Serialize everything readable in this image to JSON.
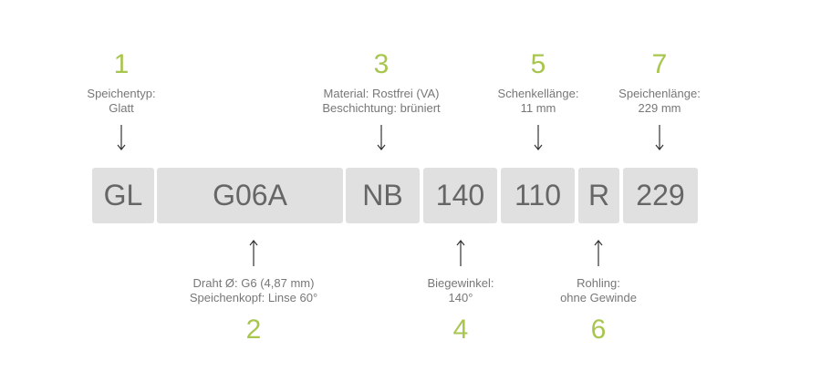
{
  "accent_color": "#a8c64e",
  "code_segments": [
    "GL",
    "G06A",
    "NB",
    "140",
    "110",
    "R",
    "229"
  ],
  "annotations": [
    {
      "number": "1",
      "line1": "Speichentyp:",
      "line2": "Glatt"
    },
    {
      "number": "2",
      "line1": "Draht Ø: G6 (4,87 mm)",
      "line2": "Speichenkopf: Linse 60°"
    },
    {
      "number": "3",
      "line1": "Material: Rostfrei (VA)",
      "line2": "Beschichtung: brüniert"
    },
    {
      "number": "4",
      "line1": "Biegewinkel:",
      "line2": "140°"
    },
    {
      "number": "5",
      "line1": "Schenkellänge:",
      "line2": "11 mm"
    },
    {
      "number": "6",
      "line1": "Rohling:",
      "line2": "ohne Gewinde"
    },
    {
      "number": "7",
      "line1": "Speichenlänge:",
      "line2": "229 mm"
    }
  ]
}
